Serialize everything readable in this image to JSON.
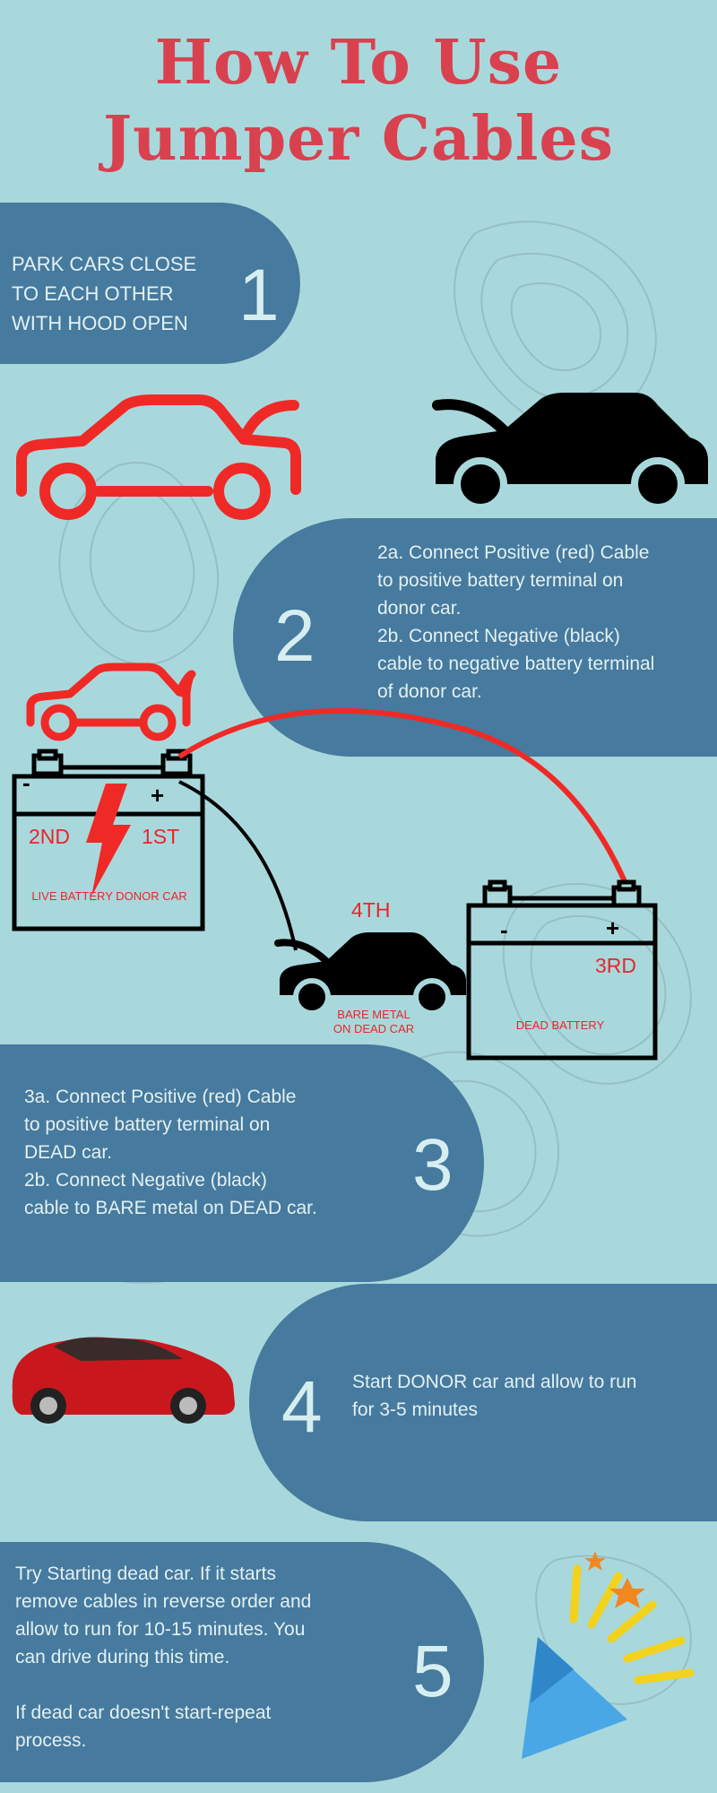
{
  "title": {
    "line1": "How To Use",
    "line2": "Jumper Cables"
  },
  "steps": [
    {
      "number": "1",
      "text": "PARK CARS CLOSE\nTO EACH OTHER\nWITH HOOD OPEN"
    },
    {
      "number": "2",
      "text": "2a. Connect Positive (red) Cable\nto positive battery terminal on\ndonor car.\n2b. Connect Negative (black)\ncable to negative battery terminal\nof donor car."
    },
    {
      "number": "3",
      "text": "3a. Connect Positive (red) Cable\nto positive battery terminal on\nDEAD car.\n2b. Connect Negative (black)\ncable to BARE metal on DEAD car."
    },
    {
      "number": "4",
      "text": "Start DONOR car and allow to run\nfor 3-5 minutes"
    },
    {
      "number": "5",
      "text": "Try Starting dead car.  If it starts\nremove cables in reverse order and\nallow to run  for 10-15 minutes. You\ncan drive during this time.\n\nIf dead car doesn't start-repeat\nprocess."
    }
  ],
  "diagram": {
    "minus": "-",
    "plus": "+",
    "label_2nd": "2ND",
    "label_1st": "1ST",
    "label_donor": "LIVE BATTERY DONOR CAR",
    "label_4th": "4TH",
    "label_bare_metal": "BARE METAL\nON DEAD CAR",
    "label_3rd": "3RD",
    "label_dead": "DEAD BATTERY"
  },
  "colors": {
    "background": "#a9d8dc",
    "pill": "#467a9e",
    "title": "#d9414f",
    "red": "#e8262a",
    "black": "#000000",
    "pill_text": "#e3f1f3"
  },
  "icons": [
    "red-car-icon",
    "black-car-icon",
    "small-red-car-icon",
    "donor-battery-icon",
    "lightning-bolt-icon",
    "dead-car-icon",
    "dead-battery-icon",
    "red-hatchback-icon",
    "party-popper-icon"
  ]
}
